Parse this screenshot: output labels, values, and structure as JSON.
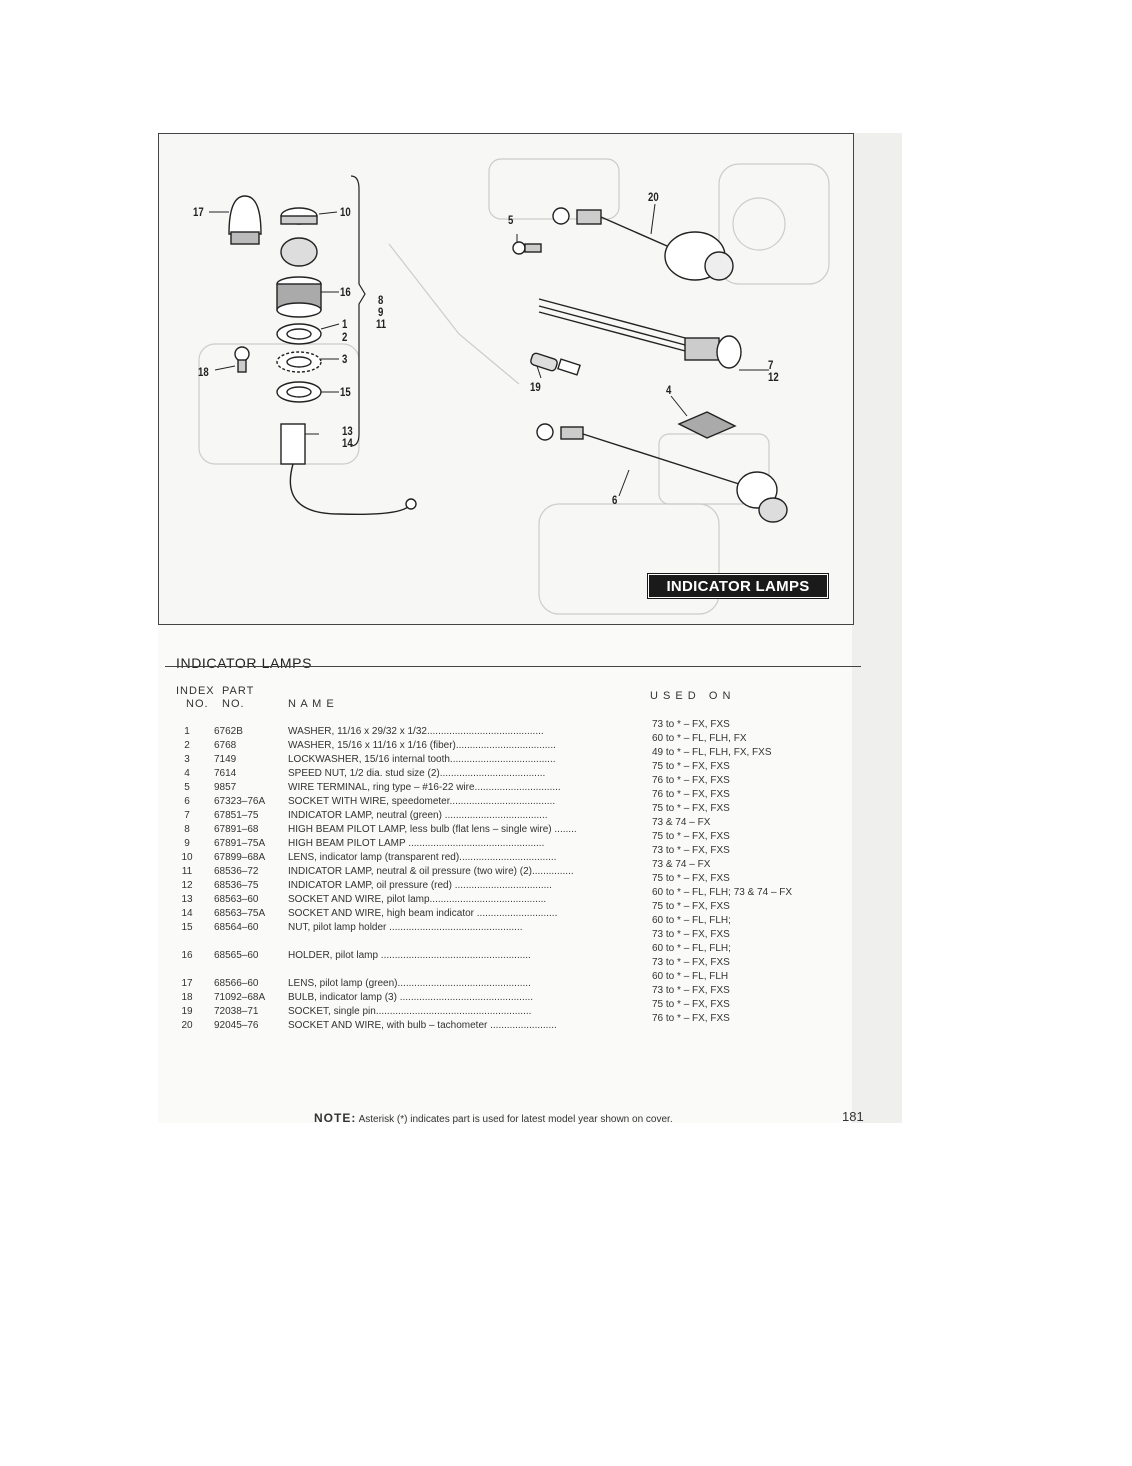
{
  "figure": {
    "banner": "INDICATOR LAMPS",
    "callouts": [
      "17",
      "10",
      "16",
      "1",
      "2",
      "3",
      "8",
      "9",
      "11",
      "18",
      "15",
      "13",
      "14",
      "20",
      "5",
      "7",
      "12",
      "19",
      "4",
      "6"
    ]
  },
  "section": {
    "title": "INDICATOR LAMPS",
    "headers": {
      "index_line1": "INDEX",
      "index_line2": "NO.",
      "part_line1": "PART",
      "part_line2": "NO.",
      "name": "N A M E",
      "used_on": "U S E D   O N"
    }
  },
  "parts": [
    {
      "index": "1",
      "part": "6762B",
      "name": "WASHER, 11/16 x 29/32 x 1/32.........................................."
    },
    {
      "index": "2",
      "part": "6768",
      "name": "WASHER, 15/16 x 11/16 x 1/16 (fiber)...................................."
    },
    {
      "index": "3",
      "part": "7149",
      "name": "LOCKWASHER, 15/16 internal tooth......................................"
    },
    {
      "index": "4",
      "part": "7614",
      "name": "SPEED NUT, 1/2 dia. stud size (2)......................................"
    },
    {
      "index": "5",
      "part": "9857",
      "name": "WIRE TERMINAL, ring type – #16-22 wire..............................."
    },
    {
      "index": "6",
      "part": "67323–76A",
      "name": "SOCKET WITH WIRE, speedometer......................................"
    },
    {
      "index": "7",
      "part": "67851–75",
      "name": "INDICATOR LAMP, neutral (green) ....................................."
    },
    {
      "index": "8",
      "part": "67891–68",
      "name": "HIGH BEAM PILOT LAMP, less bulb (flat lens – single wire) ........"
    },
    {
      "index": "9",
      "part": "67891–75A",
      "name": "HIGH BEAM PILOT LAMP ................................................."
    },
    {
      "index": "10",
      "part": "67899–68A",
      "name": "LENS, indicator lamp (transparent red)..................................."
    },
    {
      "index": "11",
      "part": "68536–72",
      "name": "INDICATOR LAMP, neutral & oil pressure (two wire) (2)..............."
    },
    {
      "index": "12",
      "part": "68536–75",
      "name": "INDICATOR LAMP, oil pressure (red) ..................................."
    },
    {
      "index": "13",
      "part": "68563–60",
      "name": "SOCKET AND WIRE, pilot lamp.........................................."
    },
    {
      "index": "14",
      "part": "68563–75A",
      "name": "SOCKET AND WIRE, high beam indicator ............................."
    },
    {
      "index": "15",
      "part": "68564–60",
      "name": "NUT, pilot lamp holder ................................................"
    },
    {
      "index": "16",
      "part": "68565–60",
      "name": "HOLDER, pilot lamp ......................................................"
    },
    {
      "index": "17",
      "part": "68566–60",
      "name": "LENS, pilot lamp (green)................................................"
    },
    {
      "index": "18",
      "part": "71092–68A",
      "name": "BULB, indicator lamp (3) ................................................"
    },
    {
      "index": "19",
      "part": "72038–71",
      "name": "SOCKET, single pin........................................................"
    },
    {
      "index": "20",
      "part": "92045–76",
      "name": "SOCKET AND WIRE, with bulb – tachometer ........................"
    }
  ],
  "used_on": [
    "73 to * – FX, FXS",
    "60 to * – FL, FLH, FX",
    "49 to * – FL, FLH, FX, FXS",
    "75 to * – FX, FXS",
    "76 to * – FX, FXS",
    "76 to * – FX, FXS",
    "75 to * – FX, FXS",
    "73 & 74 – FX",
    "75 to * – FX, FXS",
    "73 to * – FX, FXS",
    "73 & 74 – FX",
    "75 to * – FX, FXS",
    "60 to * – FL, FLH; 73 & 74 – FX",
    "75 to * – FX, FXS",
    "60 to * – FL, FLH;",
    "73 to * – FX, FXS",
    "60 to * – FL, FLH;",
    "73 to * – FX, FXS",
    "60 to * – FL, FLH",
    "73 to * – FX, FXS",
    "75 to * – FX, FXS",
    "76 to * – FX, FXS"
  ],
  "note": {
    "label": "NOTE:",
    "text": "Asterisk (*) indicates part is used for latest model year shown on cover."
  },
  "page_number": "181"
}
